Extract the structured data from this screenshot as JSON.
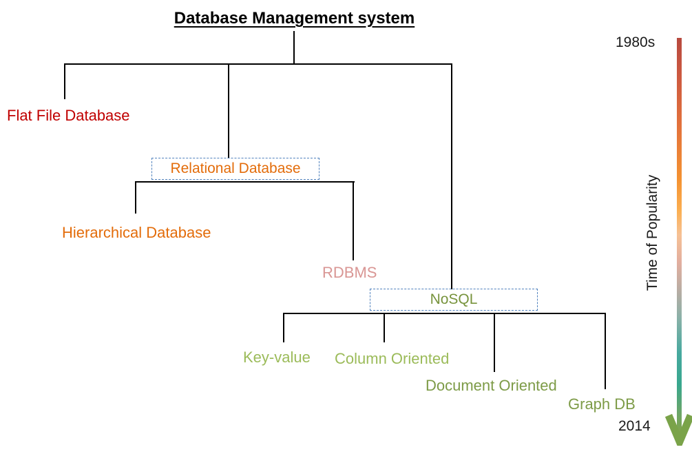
{
  "title": "Database Management system",
  "nodes": {
    "flat_file": {
      "label": "Flat File Database",
      "color": "#c00000"
    },
    "relational": {
      "label": "Relational Database",
      "color": "#e36c0a"
    },
    "hierarchical": {
      "label": "Hierarchical Database",
      "color": "#e36c0a"
    },
    "rdbms": {
      "label": "RDBMS",
      "color": "#d99694"
    },
    "nosql": {
      "label": "NoSQL",
      "color": "#77933c"
    },
    "key_value": {
      "label": "Key-value",
      "color": "#9bbb59"
    },
    "column_oriented": {
      "label": "Column Oriented",
      "color": "#9bbb59"
    },
    "document_oriented": {
      "label": "Document Oriented",
      "color": "#7d9b47"
    },
    "graph_db": {
      "label": "Graph DB",
      "color": "#7d9b47"
    }
  },
  "timeline": {
    "start_label": "1980s",
    "end_label": "2014",
    "axis_label": "Time of Popularity",
    "gradient_top_color": "#b7493f",
    "gradient_bottom_color": "#82a44e",
    "arrow_color": "#7aa349",
    "box_border_color": "#4f81bd"
  }
}
